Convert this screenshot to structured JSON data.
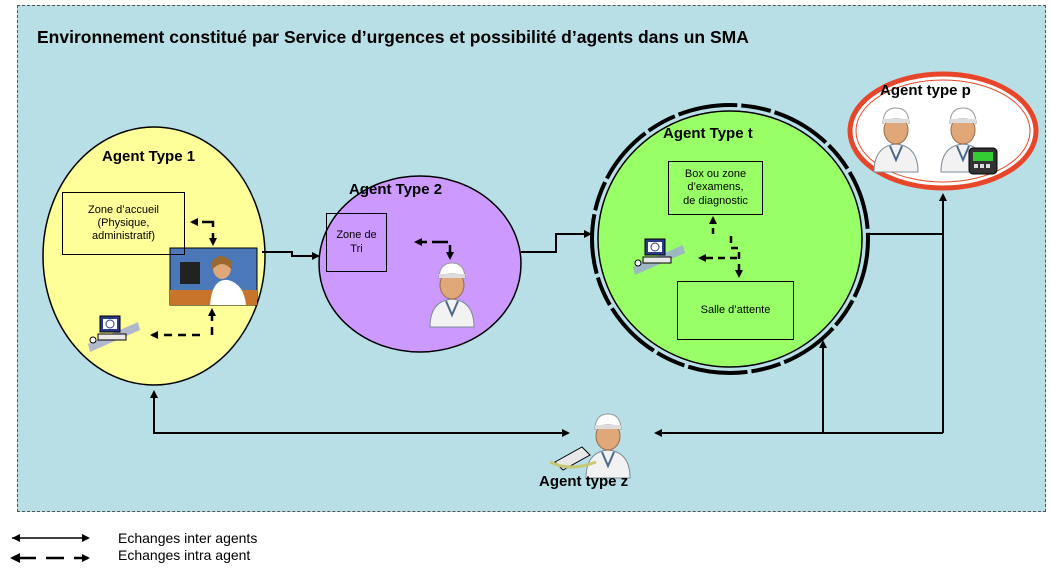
{
  "title": "Environnement constitué par Service d’urgences et possibilité d’agents dans un SMA",
  "agents": {
    "type1": {
      "label": "Agent Type 1",
      "zone_lines": [
        "Zone d’accueil",
        "(Physique,",
        "administratif)"
      ]
    },
    "type2": {
      "label": "Agent Type 2",
      "zone_lines": [
        "Zone de",
        "Tri"
      ]
    },
    "typet": {
      "label": "Agent Type t",
      "box_lines": [
        "Box ou zone",
        "d’examens,",
        "de diagnostic"
      ],
      "waiting": "Salle d’attente"
    },
    "typep": {
      "label": "Agent type p"
    },
    "typez": {
      "label": "Agent type z"
    }
  },
  "legend": {
    "inter": "Echanges inter agents",
    "intra": "Echanges intra agent"
  },
  "colors": {
    "environment": "#b8dfe6",
    "type1": "#ffff99",
    "type2": "#cc99ff",
    "typet": "#99ff66",
    "typep_border": "#e8462a"
  }
}
